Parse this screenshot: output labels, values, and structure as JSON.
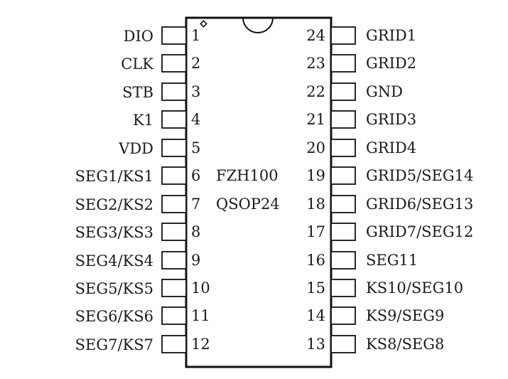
{
  "chip": {
    "name": "FZH100",
    "package": "QSOP24"
  },
  "pins_left": [
    {
      "num": "1",
      "label": "DIO"
    },
    {
      "num": "2",
      "label": "CLK"
    },
    {
      "num": "3",
      "label": "STB"
    },
    {
      "num": "4",
      "label": "K1"
    },
    {
      "num": "5",
      "label": "VDD"
    },
    {
      "num": "6",
      "label": "SEG1/KS1"
    },
    {
      "num": "7",
      "label": "SEG2/KS2"
    },
    {
      "num": "8",
      "label": "SEG3/KS3"
    },
    {
      "num": "9",
      "label": "SEG4/KS4"
    },
    {
      "num": "10",
      "label": "SEG5/KS5"
    },
    {
      "num": "11",
      "label": "SEG6/KS6"
    },
    {
      "num": "12",
      "label": "SEG7/KS7"
    }
  ],
  "pins_right": [
    {
      "num": "24",
      "label": "GRID1"
    },
    {
      "num": "23",
      "label": "GRID2"
    },
    {
      "num": "22",
      "label": "GND"
    },
    {
      "num": "21",
      "label": "GRID3"
    },
    {
      "num": "20",
      "label": "GRID4"
    },
    {
      "num": "19",
      "label": "GRID5/SEG14"
    },
    {
      "num": "18",
      "label": "GRID6/SEG13"
    },
    {
      "num": "17",
      "label": "GRID7/SEG12"
    },
    {
      "num": "16",
      "label": "SEG11"
    },
    {
      "num": "15",
      "label": "KS10/SEG10"
    },
    {
      "num": "14",
      "label": "KS9/SEG9"
    },
    {
      "num": "13",
      "label": "KS8/SEG8"
    }
  ]
}
